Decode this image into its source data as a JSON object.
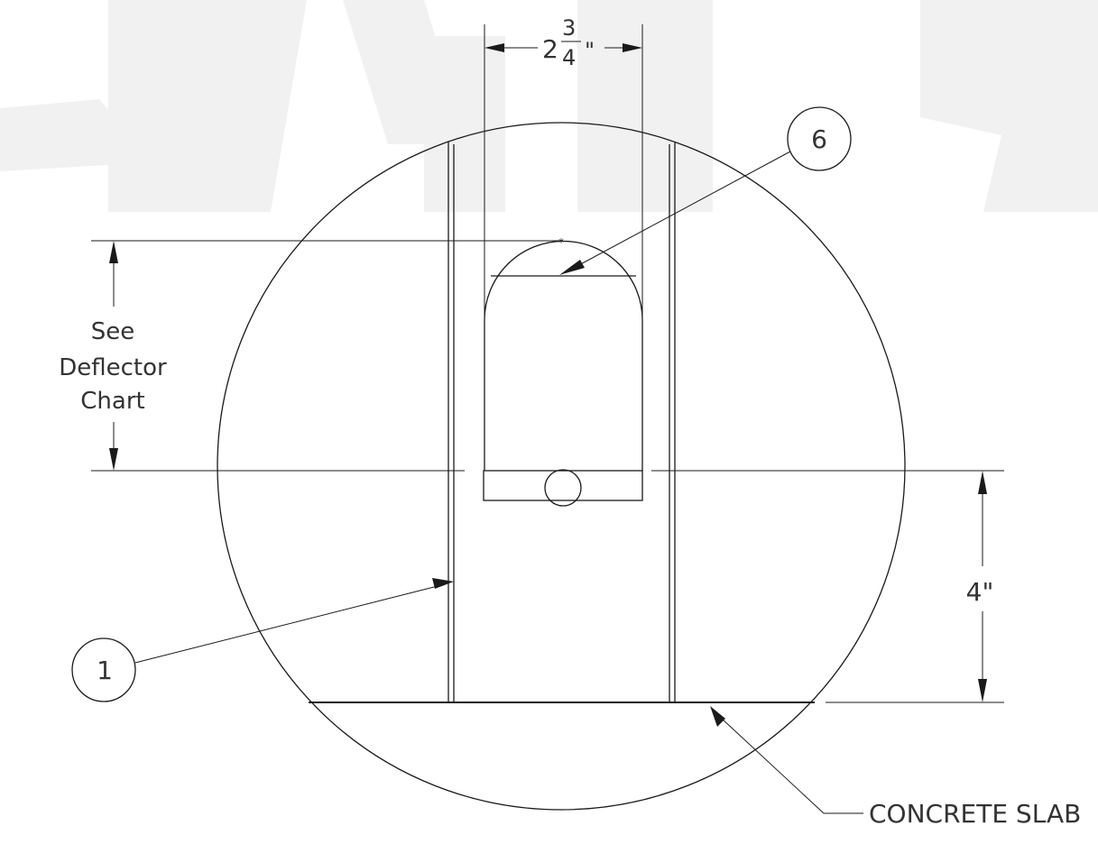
{
  "labels": {
    "width_whole": "2",
    "width_numerator": "3",
    "width_denominator": "4",
    "width_unit": "\"",
    "height_dim": "4\"",
    "see_chart_line1": "See",
    "see_chart_line2": "Deflector",
    "see_chart_line3": "Chart",
    "balloon_6": "6",
    "balloon_1": "1",
    "concrete_slab": "CONCRETE SLAB",
    "asterisk": "*"
  },
  "colors": {
    "line": "#1a1a1a",
    "text": "#333333",
    "watermark": "#f1f1f1"
  }
}
